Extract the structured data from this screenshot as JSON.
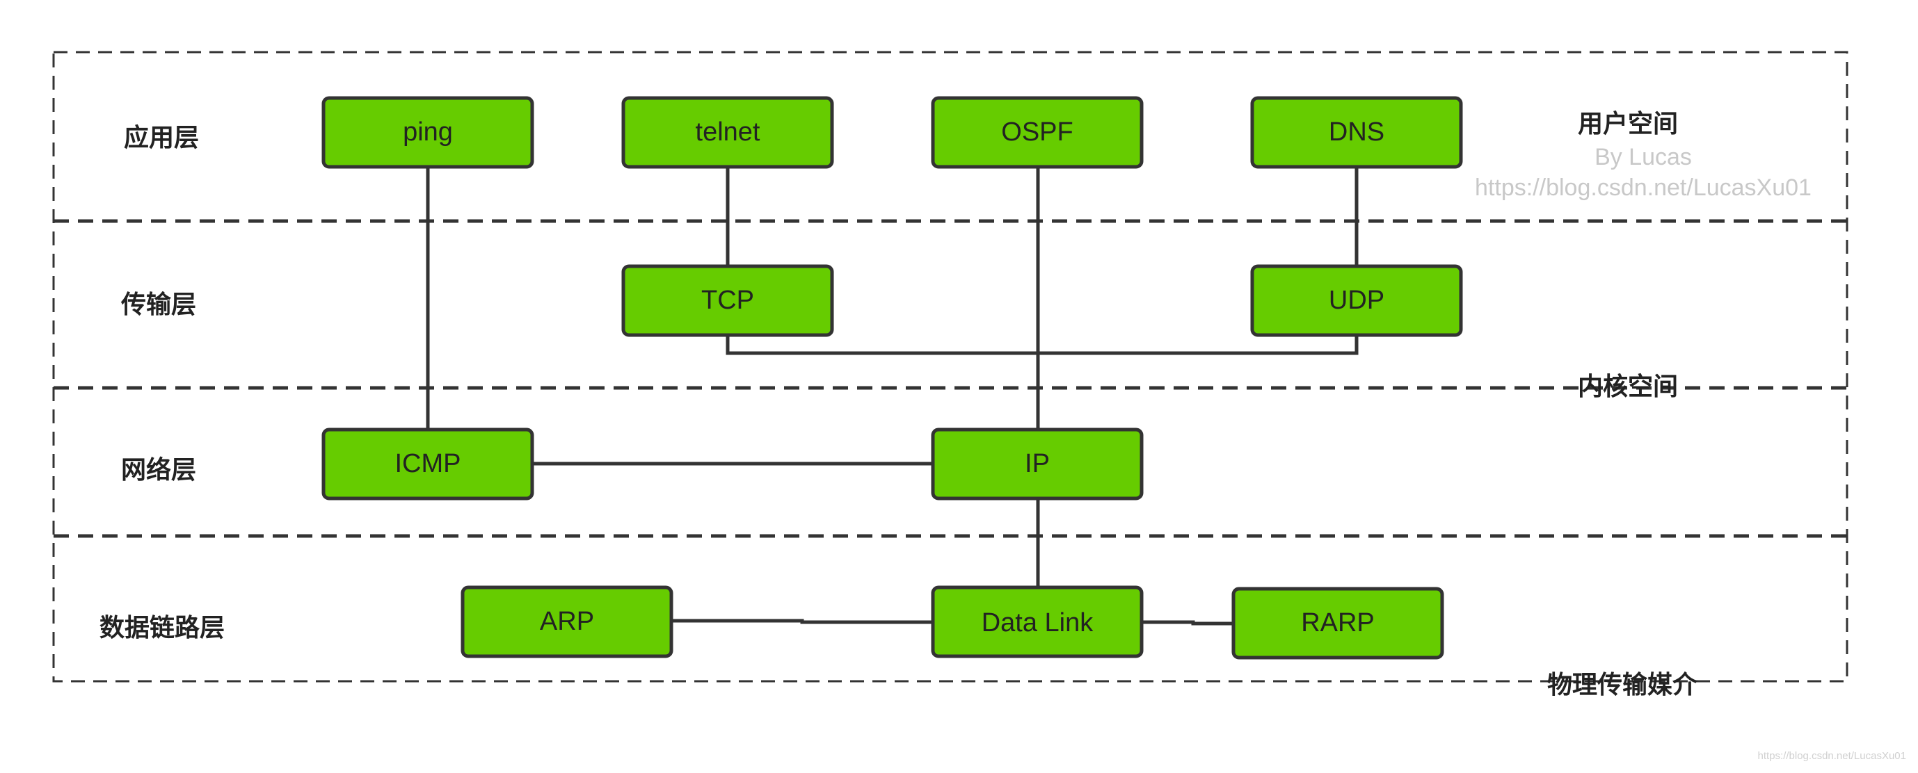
{
  "layers": {
    "application": "应用层",
    "transport": "传输层",
    "network": "网络层",
    "datalink": "数据链路层"
  },
  "spaces": {
    "user": "用户空间",
    "kernel": "内核空间",
    "physical": "物理传输媒介"
  },
  "nodes": {
    "ping": "ping",
    "telnet": "telnet",
    "ospf": "OSPF",
    "dns": "DNS",
    "tcp": "TCP",
    "udp": "UDP",
    "icmp": "ICMP",
    "ip": "IP",
    "arp": "ARP",
    "datalink": "Data Link",
    "rarp": "RARP"
  },
  "watermark": {
    "author": "By Lucas",
    "url": "https://blog.csdn.net/LucasXu01",
    "corner": "https://blog.csdn.net/LucasXu01"
  },
  "colors": {
    "node_fill": "#66cc00",
    "stroke": "#333333",
    "watermark": "#c8c8c8"
  }
}
